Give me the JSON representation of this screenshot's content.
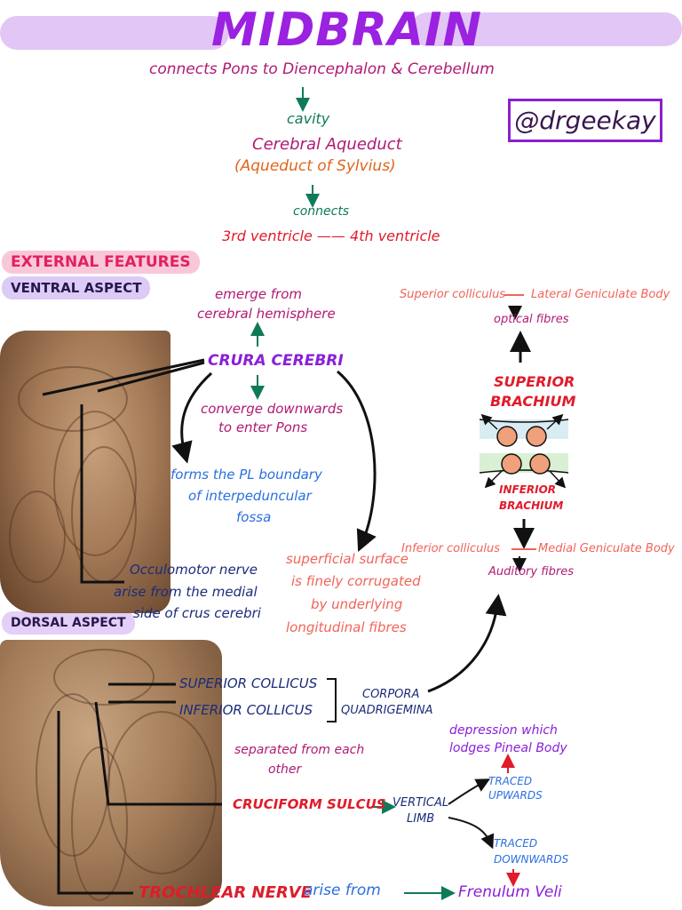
{
  "title": "MIDBRAIN",
  "handle": "@drgeekay",
  "intro": {
    "connects": "connects Pons to Diencephalon & Cerebellum",
    "cavity": "cavity",
    "aqueduct": "Cerebral Aqueduct",
    "aqueduct_alt": "(Aqueduct of Sylvius)",
    "connects2": "connects",
    "ventricles": "3rd ventricle —— 4th ventricle"
  },
  "sections": {
    "external": "EXTERNAL FEATURES",
    "ventral": "VENTRAL ASPECT",
    "dorsal": "DORSAL ASPECT"
  },
  "ventral": {
    "emerge_1": "emerge from",
    "emerge_2": "cerebral hemisphere",
    "crura": "CRURA CEREBRI",
    "converge_1": "converge downwards",
    "converge_2": "to enter Pons",
    "forms_1": "forms the PL boundary",
    "forms_2": "of interpeduncular",
    "forms_3": "fossa",
    "oculomotor_1": "Occulomotor nerve",
    "oculomotor_2": "arise from the medial",
    "oculomotor_3": "side of crus cerebri",
    "surface_1": "superficial surface",
    "surface_2": "is finely corrugated",
    "surface_3": "by underlying",
    "surface_4": "longitudinal fibres"
  },
  "brachium": {
    "sup_colliculus": "Superior colliculus",
    "lateral_gb": "Lateral Geniculate Body",
    "optical": "optical fibres",
    "sup_brachium_1": "SUPERIOR",
    "sup_brachium_2": "BRACHIUM",
    "inf_brachium_1": "INFERIOR",
    "inf_brachium_2": "BRACHIUM",
    "inf_colliculus": "Inferior colliculus",
    "medial_gb": "Medial Geniculate Body",
    "auditory": "Auditory fibres"
  },
  "dorsal": {
    "sup_colliculus": "SUPERIOR COLLICUS",
    "inf_colliculus": "INFERIOR COLLICUS",
    "corpora_1": "CORPORA",
    "corpora_2": "QUADRIGEMINA",
    "separated_1": "separated from each",
    "separated_2": "other",
    "cruciform": "CRUCIFORM SULCUS",
    "vertical_1": "VERTICAL",
    "vertical_2": "LIMB",
    "depression_1": "depression which",
    "depression_2": "lodges Pineal Body",
    "traced_up_1": "TRACED",
    "traced_up_2": "UPWARDS",
    "traced_down_1": "TRACED",
    "traced_down_2": "DOWNWARDS",
    "trochlear": "TROCHLEAR NERVE",
    "arise": "arise from",
    "frenulum": "Frenulum Veli"
  },
  "colors": {
    "magenta": "#b01a74",
    "green": "#0f7a5a",
    "red": "#e01b2a",
    "orange": "#e0651a",
    "purple": "#8a1fd8",
    "blue": "#2a6fe0",
    "navy": "#1b2c7a",
    "salmon": "#f0645a",
    "title_band": "#e2c6f5"
  }
}
